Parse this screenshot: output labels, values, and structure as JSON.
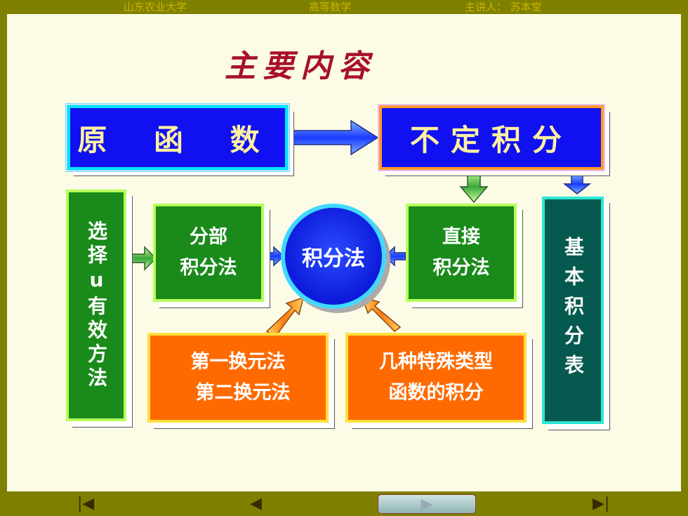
{
  "header": {
    "university": "山东农业大学",
    "course": "高等数学",
    "lecturer": "主讲人： 苏本堂"
  },
  "title": "主要内容",
  "nodes": {
    "antiderivative": "原 函 数",
    "indefinite_integral": "不定积分",
    "choose_u": "选择u有效方法",
    "integration_by_parts": [
      "分部",
      "积分法"
    ],
    "integration_methods": "积分法",
    "direct_integration": [
      "直接",
      "积分法"
    ],
    "basic_table": "基本积分表",
    "substitution": [
      "第一换元法",
      "第二换元法"
    ],
    "special_types": [
      "几种特殊类型",
      "函数的积分"
    ]
  },
  "colors": {
    "frame": "#808000",
    "slide": "#fbfbe6",
    "title": "#a8102a",
    "blue_box": "#1010f0",
    "green_box": "#1a8a1a",
    "teal_box": "#06594f",
    "orange_box": "#ff6a00"
  },
  "nav": {
    "first": "first-slide-icon",
    "prev": "previous-slide-icon",
    "next": "next-slide-icon",
    "last": "last-slide-icon"
  }
}
